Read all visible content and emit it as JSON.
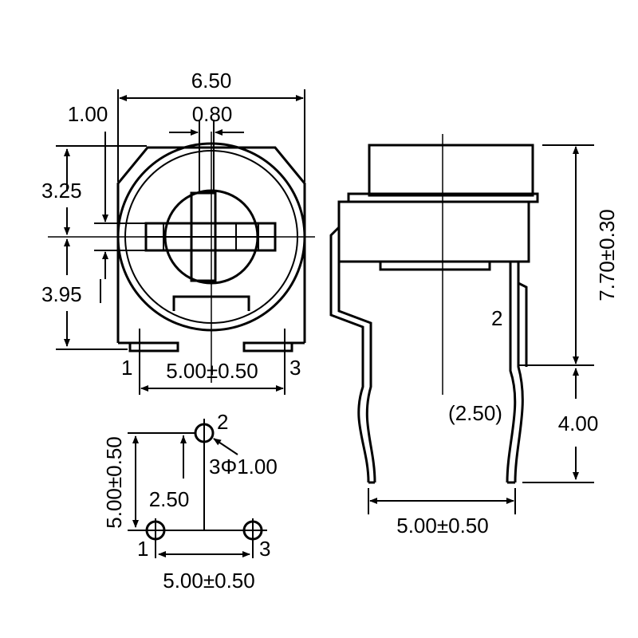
{
  "front_view": {
    "dim_width": "6.50",
    "dim_left": "1.00",
    "dim_slot": "0.80",
    "dim_upper": "3.25",
    "dim_lower": "3.95",
    "pin_left": "1",
    "pin_right": "3",
    "dim_pin_spacing": "5.00±0.50"
  },
  "side_view": {
    "dim_height": "7.70±0.30",
    "pin_label": "2",
    "dim_center": "(2.50)",
    "dim_lead": "4.00",
    "dim_pin_spacing": "5.00±0.50"
  },
  "footprint": {
    "dim_vertical": "5.00±0.50",
    "pin_top": "2",
    "hole": "3Φ1.00",
    "dim_offset": "2.50",
    "pin_left": "1",
    "pin_right": "3",
    "dim_horizontal": "5.00±0.50"
  }
}
